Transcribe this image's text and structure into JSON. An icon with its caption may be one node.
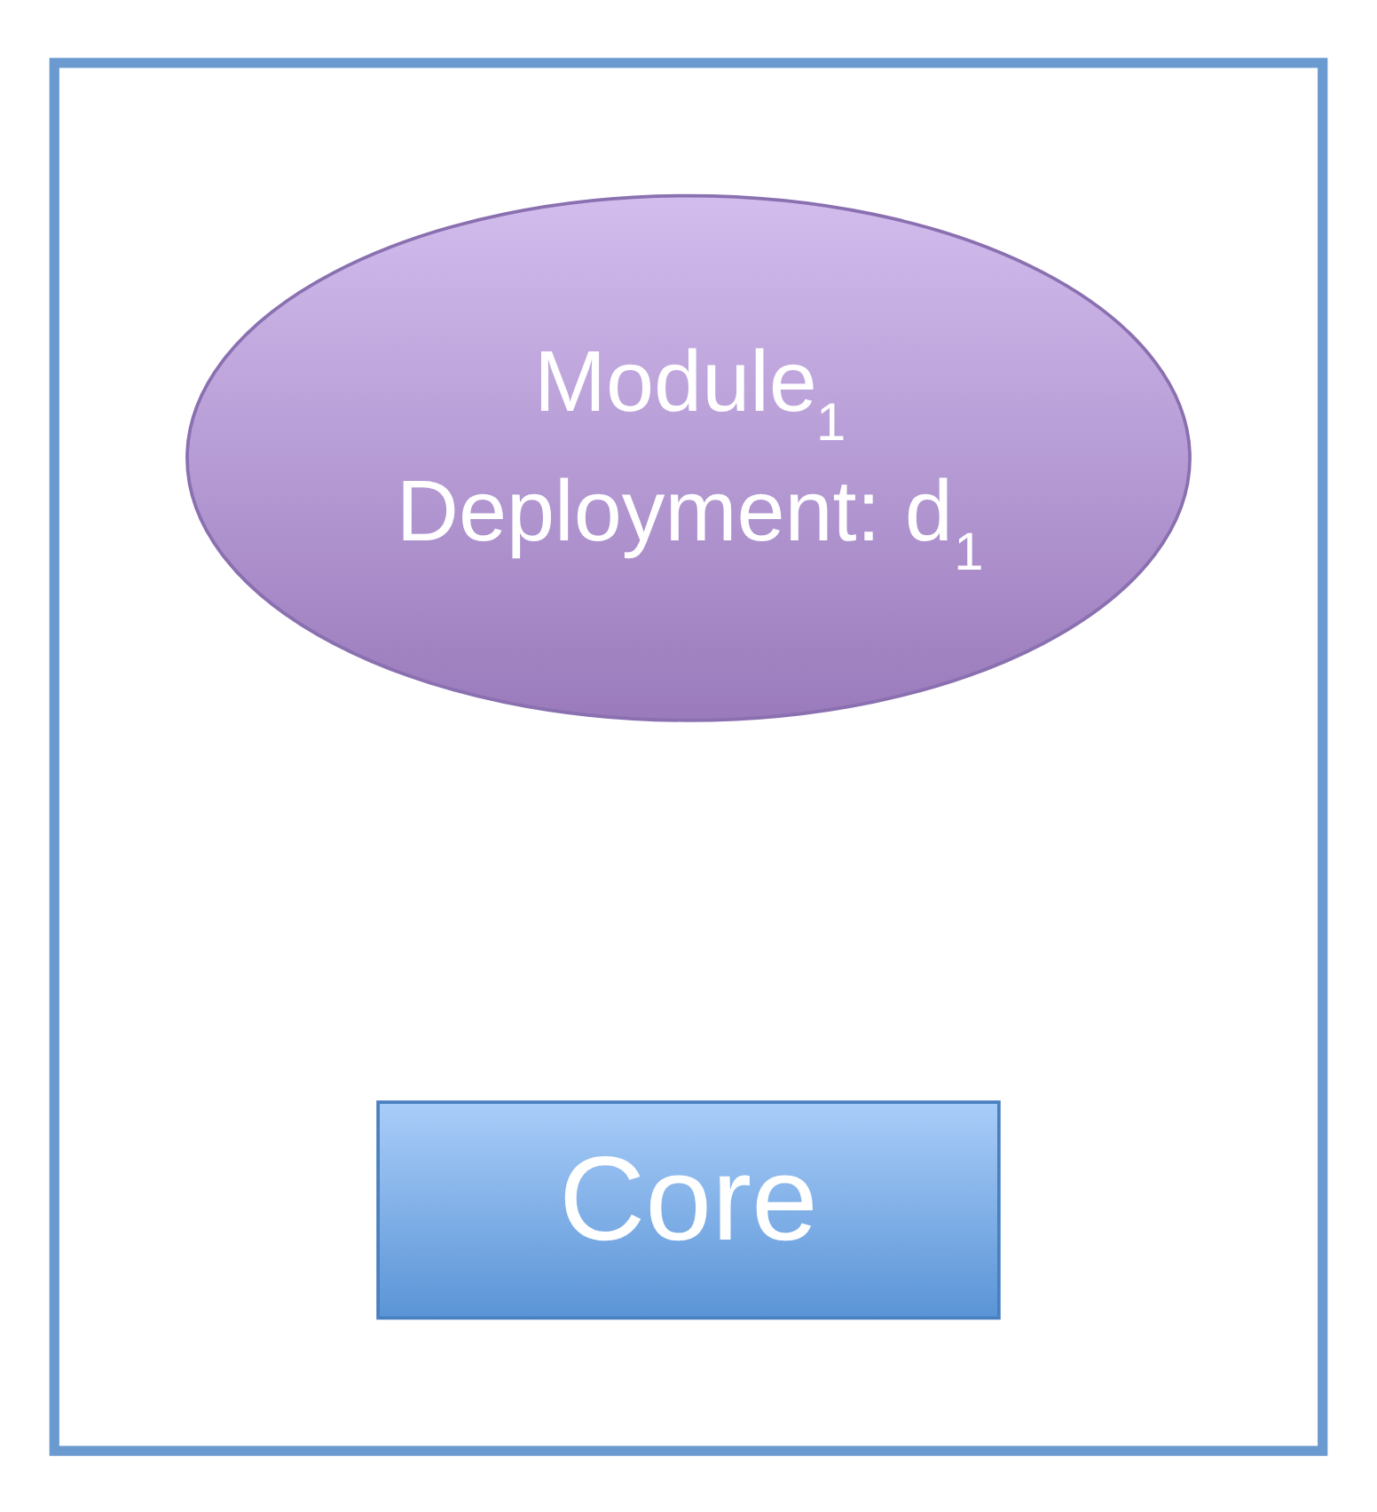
{
  "diagram": {
    "nodes": [
      {
        "text": [],
        "shape": "box"
      },
      {
        "text": [
          "Module$_{1}$",
          "Deployment: d$_{1}$"
        ],
        "in": 0
      },
      {
        "text": [
          "Core"
        ],
        "in": 0
      }
    ],
    "edges": []
  }
}
